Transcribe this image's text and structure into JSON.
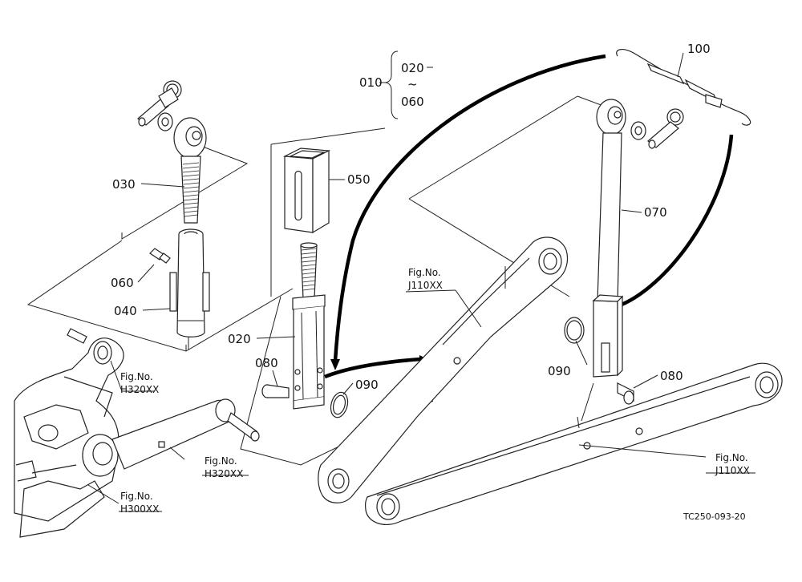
{
  "labels": {
    "p010": "010",
    "p020_range": "020",
    "tilde": "~",
    "p060_range": "060",
    "p100": "100",
    "p030": "030",
    "p050": "050",
    "p070": "070",
    "p060": "060",
    "p040": "040",
    "p020": "020",
    "p080_left": "080",
    "p090_left": "090",
    "p090_right": "090",
    "p080_right": "080"
  },
  "refs": {
    "j110_center": {
      "title": "Fig.No.",
      "code": "J110XX"
    },
    "h320_upper": {
      "title": "Fig.No.",
      "code": "H320XX"
    },
    "h320_lower": {
      "title": "Fig.No.",
      "code": "H320XX"
    },
    "h300": {
      "title": "Fig.No.",
      "code": "H300XX"
    },
    "j110_right": {
      "title": "Fig.No.",
      "code": "J110XX"
    }
  },
  "drawing_code": "TC250-093-20"
}
